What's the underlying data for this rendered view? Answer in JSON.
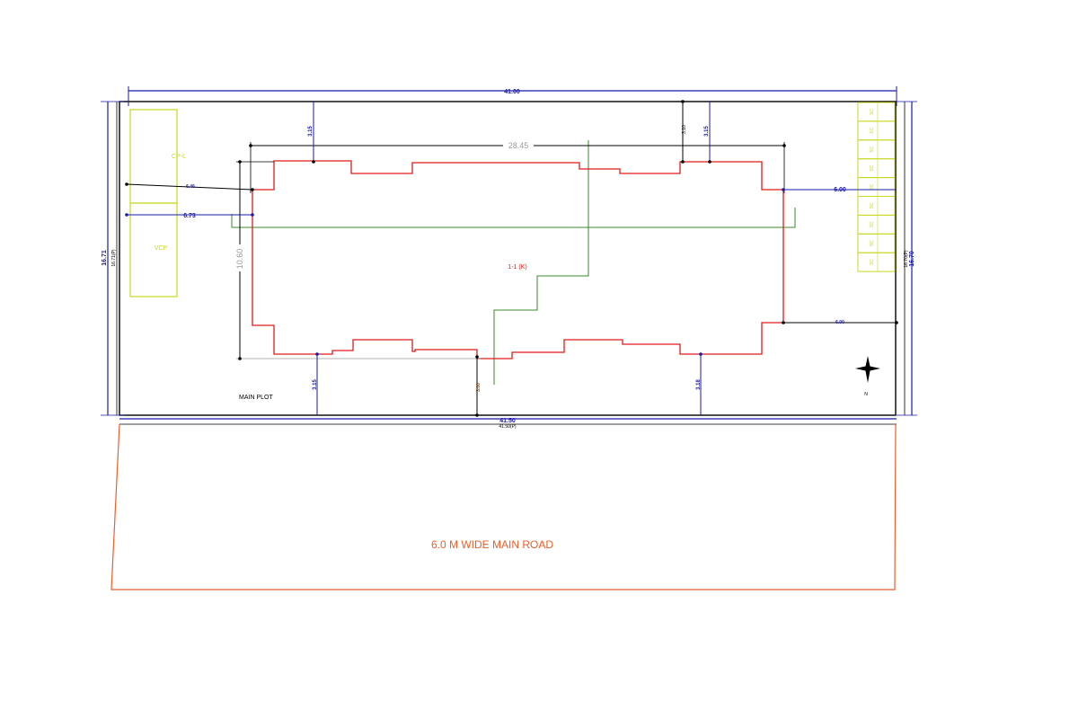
{
  "plot": {
    "label": "MAIN PLOT",
    "width_top": "41.00",
    "width_bottom": "41.50",
    "width_bottom_sub": "41.50(P)",
    "depth_left": "16.71",
    "depth_left_sub": "16.71(P)",
    "depth_right": "16.70",
    "depth_right_sub": "16.70(P)"
  },
  "building": {
    "label": "1-1 (K)",
    "length": "28.45",
    "depth": "10.60"
  },
  "setbacks": {
    "front_left": "3.15",
    "front_right": "3.15",
    "front_right_small": "3.10",
    "rear_left": "3.15",
    "rear_mid": "3.00",
    "rear_right": "3.18",
    "side_left_top": "6.46",
    "side_left": "6.73",
    "side_right_top": "6.00",
    "side_right_bottom": "6.00"
  },
  "utilities": {
    "upper_block": "CP-L",
    "lower_block": "VCP",
    "parking_slot": "SC"
  },
  "compass": {
    "letter": "N"
  },
  "road": {
    "label": "6.0 M WIDE MAIN ROAD"
  },
  "colors": {
    "dimension": "#1a1aa8",
    "building": "#e01b1b",
    "utility": "#c9d820",
    "road": "#e8612c",
    "section_line": "#3a8a2a"
  }
}
